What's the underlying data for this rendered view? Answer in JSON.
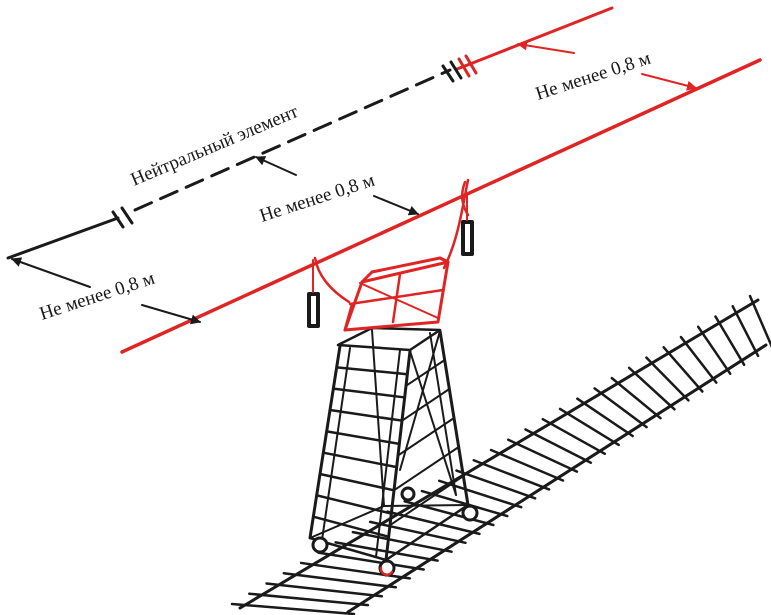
{
  "labels": {
    "neutral_element": "Нейтральный элемент",
    "distance_left": "Не менее 0,8 м",
    "distance_middle": "Не менее 0,8 м",
    "distance_right": "Не менее 0,8 м"
  },
  "colors": {
    "live_wire": "#e02424",
    "lines": "#1a1a1a",
    "background": "#ffffff"
  }
}
